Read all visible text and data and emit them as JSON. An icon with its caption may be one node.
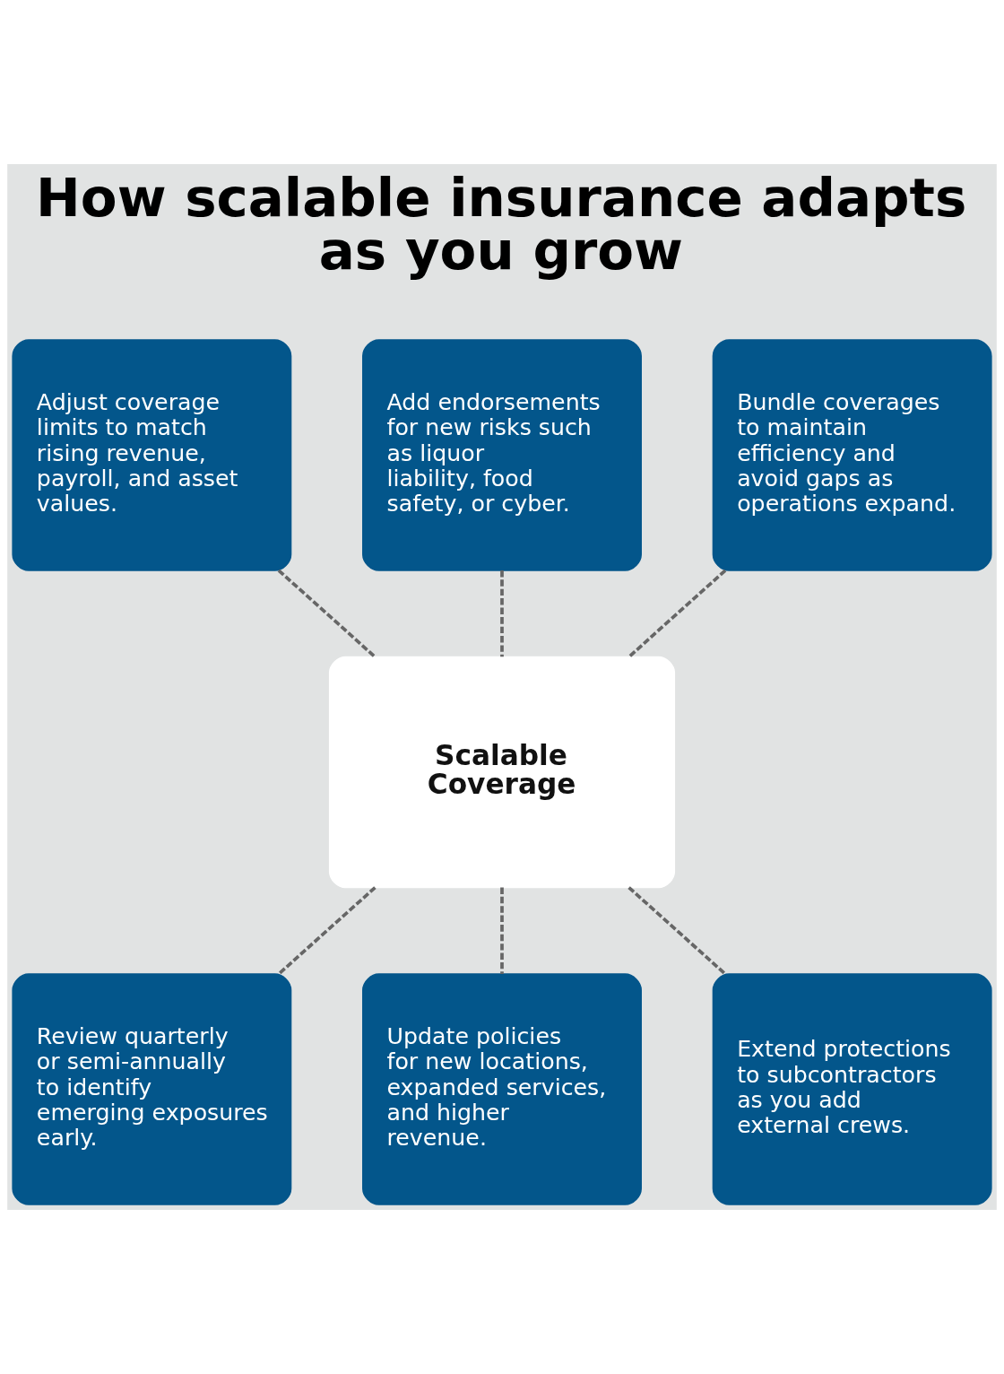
{
  "diagram": {
    "title": "How scalable insurance adapts as you grow",
    "nodes": [
      {
        "text": [
          "Adjust coverage limits to match rising revenue, payroll, and asset values."
        ]
      },
      {
        "text": [
          "Add endorsements for new risks such as liquor liability, food safety, or cyber."
        ]
      },
      {
        "text": [
          "Bundle coverages to maintain efficiency and avoid gaps as operations expand."
        ]
      },
      {
        "text": [
          "Scalable Coverage"
        ]
      },
      {
        "text": [
          "Review quarterly or semi-annually to identify emerging exposures early."
        ]
      },
      {
        "text": [
          "Update policies for new locations, expanded services, and higher revenue."
        ]
      },
      {
        "text": [
          "Extend protections to subcontractors as you add external crews."
        ]
      }
    ],
    "edges": [
      {
        "from": 0,
        "to": 3,
        "arrow": "none",
        "style": "dashed"
      },
      {
        "from": 1,
        "to": 3,
        "arrow": "none",
        "style": "dashed"
      },
      {
        "from": 2,
        "to": 3,
        "arrow": "none",
        "style": "dashed"
      },
      {
        "from": 3,
        "to": 4,
        "arrow": "none",
        "style": "dashed"
      },
      {
        "from": 3,
        "to": 5,
        "arrow": "none",
        "style": "dashed"
      },
      {
        "from": 3,
        "to": 6,
        "arrow": "none",
        "style": "dashed"
      }
    ]
  }
}
